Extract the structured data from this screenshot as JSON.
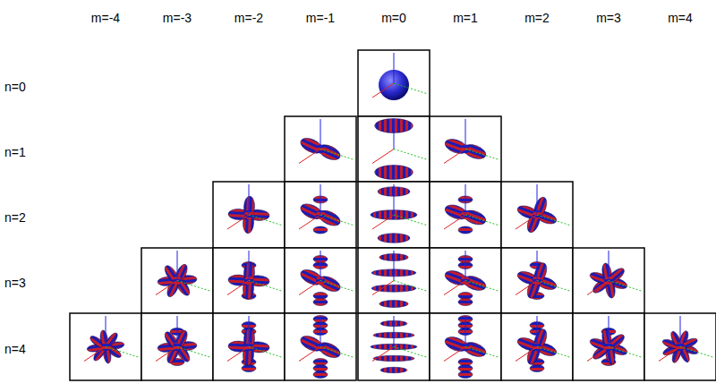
{
  "diagram": {
    "labels": [
      "m=-4",
      "m=-3",
      "m=-2",
      "m=-1",
      "m=0",
      "m=1",
      "m=2",
      "m=3",
      "m=4",
      "n=0",
      "n=1",
      "n=2",
      "n=3",
      "n=4"
    ]
  }
}
